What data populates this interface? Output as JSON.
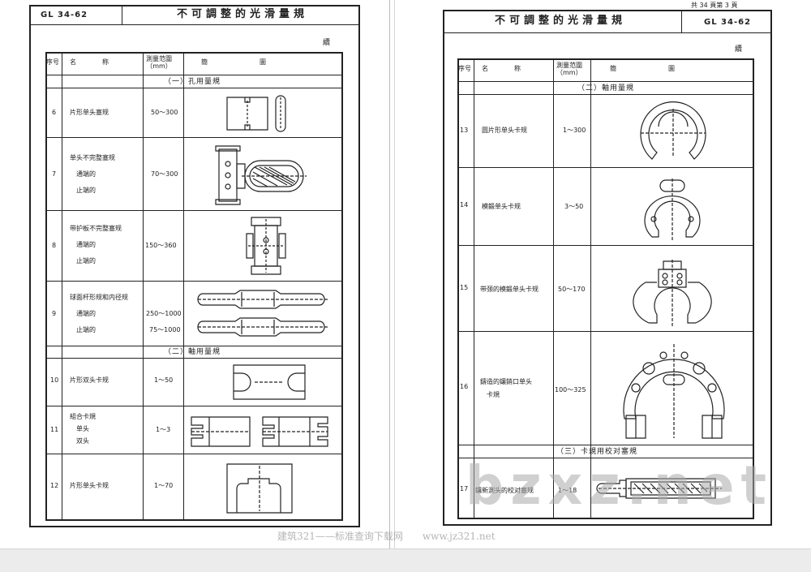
{
  "left_page": {
    "code": "GL 34-62",
    "title": "不可調整的光滑量規",
    "continued": "續",
    "headers": {
      "no": "序号",
      "name": "名　　　　称",
      "range": "測量范圍\n（mm）",
      "sketch": "簡　　　　　　　　圖"
    },
    "sections": [
      {
        "label": "（一）孔用量規"
      },
      {
        "label": "（二）軸用量規"
      }
    ],
    "rows": [
      {
        "no": "6",
        "name": [
          "片形单头塞规"
        ],
        "range": [
          "50～300"
        ]
      },
      {
        "no": "7",
        "name": [
          "单头不完整塞规",
          "通端的",
          "止端的"
        ],
        "range": [
          "70～300"
        ]
      },
      {
        "no": "8",
        "name": [
          "带护板不完整塞规",
          "通端的",
          "止端的"
        ],
        "range": [
          "150～360"
        ]
      },
      {
        "no": "9",
        "name": [
          "球面杆形规和内径规",
          "通端的",
          "止端的"
        ],
        "range": [
          "250～1000",
          "75～1000"
        ]
      },
      {
        "no": "10",
        "name": [
          "片形双头卡规"
        ],
        "range": [
          "1～50"
        ]
      },
      {
        "no": "11",
        "name": [
          "組合卡規",
          "单头",
          "双头"
        ],
        "range": [
          "1～3"
        ]
      },
      {
        "no": "12",
        "name": [
          "片形单头卡规"
        ],
        "range": [
          "1～70"
        ]
      }
    ]
  },
  "right_page": {
    "page_info": "共 34 頁第 3 頁",
    "code": "GL 34-62",
    "title": "不可調整的光滑量規",
    "continued": "續",
    "headers": {
      "no": "序号",
      "name": "名　　　　称",
      "range": "測量范圍\n（mm）",
      "sketch": "簡　　　　　　　　圖"
    },
    "sections": [
      {
        "label": "（二）軸用量規"
      },
      {
        "label": "（三）卡規用校对塞規"
      }
    ],
    "rows": [
      {
        "no": "13",
        "name": [
          "圆片形单头卡规"
        ],
        "range": [
          "1～300"
        ]
      },
      {
        "no": "14",
        "name": [
          "模鍛单头卡规"
        ],
        "range": [
          "3～50"
        ]
      },
      {
        "no": "15",
        "name": [
          "带颈的模鍛单头卡规"
        ],
        "range": [
          "50～170"
        ]
      },
      {
        "no": "16",
        "name": [
          "鑄造的鑲銷口单头",
          "卡規"
        ],
        "range": [
          "100～325"
        ]
      },
      {
        "no": "17",
        "name": [
          "鑲新測头的校对塞规"
        ],
        "range": [
          "1～18"
        ]
      }
    ]
  },
  "watermark": "bzxz.net",
  "footer": "建筑321——标准查询下载网　　www.jz321.net"
}
